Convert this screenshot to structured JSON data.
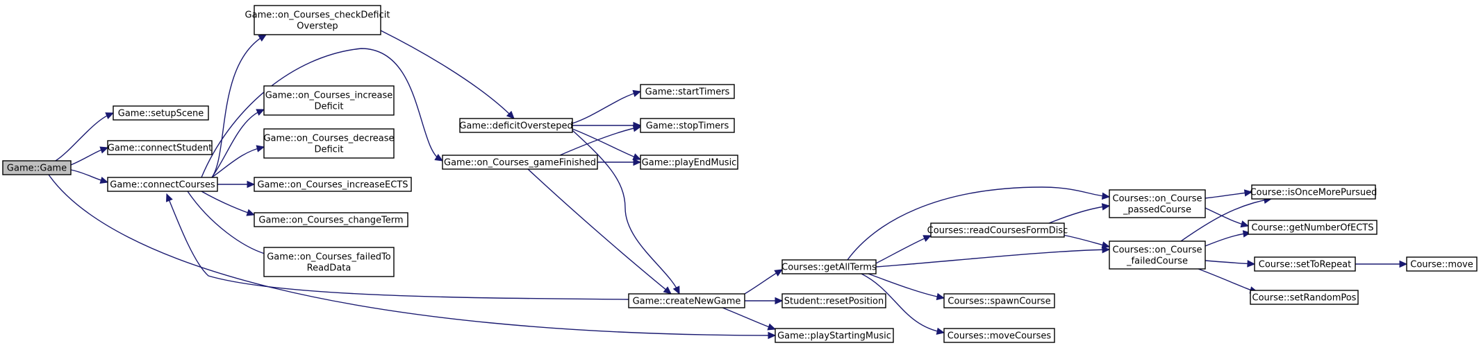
{
  "nodes": [
    {
      "id": "game",
      "lines": [
        "Game::Game"
      ],
      "root": true
    },
    {
      "id": "setupScene",
      "lines": [
        "Game::setupScene"
      ]
    },
    {
      "id": "connectStudent",
      "lines": [
        "Game::connectStudent"
      ]
    },
    {
      "id": "connectCourses",
      "lines": [
        "Game::connectCourses"
      ]
    },
    {
      "id": "checkDeficit",
      "lines": [
        "Game::on_Courses_checkDeficit",
        "Overstep"
      ]
    },
    {
      "id": "increaseDeficit",
      "lines": [
        "Game::on_Courses_increase",
        "Deficit"
      ]
    },
    {
      "id": "decreaseDeficit",
      "lines": [
        "Game::on_Courses_decrease",
        "Deficit"
      ]
    },
    {
      "id": "increaseECTS",
      "lines": [
        "Game::on_Courses_increaseECTS"
      ]
    },
    {
      "id": "changeTerm",
      "lines": [
        "Game::on_Courses_changeTerm"
      ]
    },
    {
      "id": "failedToRead",
      "lines": [
        "Game::on_Courses_failedTo",
        "ReadData"
      ]
    },
    {
      "id": "deficitOversteped",
      "lines": [
        "Game::deficitOversteped"
      ]
    },
    {
      "id": "gameFinished",
      "lines": [
        "Game::on_Courses_gameFinished"
      ]
    },
    {
      "id": "startTimers",
      "lines": [
        "Game::startTimers"
      ]
    },
    {
      "id": "stopTimers",
      "lines": [
        "Game::stopTimers"
      ]
    },
    {
      "id": "playEndMusic",
      "lines": [
        "Game::playEndMusic"
      ]
    },
    {
      "id": "createNewGame",
      "lines": [
        "Game::createNewGame"
      ]
    },
    {
      "id": "playStartingMusic",
      "lines": [
        "Game::playStartingMusic"
      ]
    },
    {
      "id": "getAllTerms",
      "lines": [
        "Courses::getAllTerms"
      ]
    },
    {
      "id": "resetPosition",
      "lines": [
        "Student::resetPosition"
      ]
    },
    {
      "id": "readCourses",
      "lines": [
        "Courses::readCoursesFormDisc"
      ]
    },
    {
      "id": "spawnCourse",
      "lines": [
        "Courses::spawnCourse"
      ]
    },
    {
      "id": "moveCourses",
      "lines": [
        "Courses::moveCourses"
      ]
    },
    {
      "id": "passedCourse",
      "lines": [
        "Courses::on_Course",
        "_passedCourse"
      ]
    },
    {
      "id": "failedCourse",
      "lines": [
        "Courses::on_Course",
        "_failedCourse"
      ]
    },
    {
      "id": "isOnceMore",
      "lines": [
        "Course::isOnceMorePursued"
      ]
    },
    {
      "id": "getNumberECTS",
      "lines": [
        "Course::getNumberOfECTS"
      ]
    },
    {
      "id": "setToRepeat",
      "lines": [
        "Course::setToRepeat"
      ]
    },
    {
      "id": "setRandomPos",
      "lines": [
        "Course::setRandomPos"
      ]
    },
    {
      "id": "move",
      "lines": [
        "Course::move"
      ]
    }
  ],
  "edges": [
    [
      "game",
      "setupScene"
    ],
    [
      "game",
      "connectStudent"
    ],
    [
      "game",
      "connectCourses"
    ],
    [
      "game",
      "playStartingMusic"
    ],
    [
      "connectCourses",
      "checkDeficit"
    ],
    [
      "connectCourses",
      "increaseDeficit"
    ],
    [
      "connectCourses",
      "decreaseDeficit"
    ],
    [
      "connectCourses",
      "increaseECTS"
    ],
    [
      "connectCourses",
      "changeTerm"
    ],
    [
      "connectCourses",
      "failedToRead"
    ],
    [
      "connectCourses",
      "gameFinished"
    ],
    [
      "checkDeficit",
      "deficitOversteped"
    ],
    [
      "deficitOversteped",
      "startTimers"
    ],
    [
      "deficitOversteped",
      "stopTimers"
    ],
    [
      "deficitOversteped",
      "playEndMusic"
    ],
    [
      "deficitOversteped",
      "createNewGame"
    ],
    [
      "gameFinished",
      "stopTimers"
    ],
    [
      "gameFinished",
      "playEndMusic"
    ],
    [
      "gameFinished",
      "createNewGame"
    ],
    [
      "createNewGame",
      "connectCourses"
    ],
    [
      "createNewGame",
      "getAllTerms"
    ],
    [
      "createNewGame",
      "resetPosition"
    ],
    [
      "createNewGame",
      "playStartingMusic"
    ],
    [
      "getAllTerms",
      "passedCourse"
    ],
    [
      "getAllTerms",
      "readCourses"
    ],
    [
      "getAllTerms",
      "failedCourse"
    ],
    [
      "getAllTerms",
      "spawnCourse"
    ],
    [
      "getAllTerms",
      "moveCourses"
    ],
    [
      "readCourses",
      "passedCourse"
    ],
    [
      "readCourses",
      "failedCourse"
    ],
    [
      "passedCourse",
      "isOnceMore"
    ],
    [
      "passedCourse",
      "getNumberECTS"
    ],
    [
      "failedCourse",
      "isOnceMore"
    ],
    [
      "failedCourse",
      "getNumberECTS"
    ],
    [
      "failedCourse",
      "setToRepeat"
    ],
    [
      "failedCourse",
      "setRandomPos"
    ],
    [
      "setToRepeat",
      "move"
    ]
  ]
}
